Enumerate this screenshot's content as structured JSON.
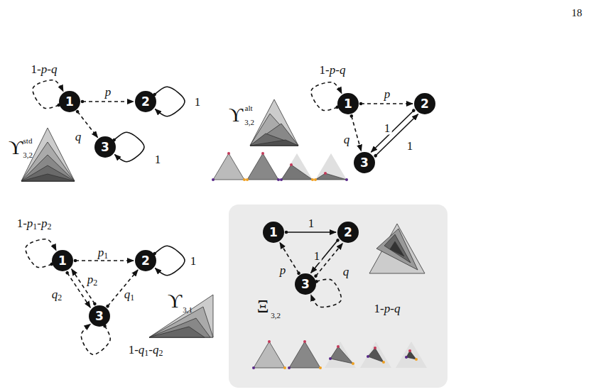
{
  "diagram": {
    "nodes": [
      {
        "text": [
          "1"
        ]
      },
      {
        "text": [
          "2"
        ]
      },
      {
        "text": [
          "3"
        ]
      },
      {
        "text": [
          "1"
        ]
      },
      {
        "text": [
          "2"
        ]
      },
      {
        "text": [
          "3"
        ]
      },
      {
        "text": [
          "1"
        ]
      },
      {
        "text": [
          "2"
        ]
      },
      {
        "text": [
          "3"
        ]
      },
      {
        "text": [
          "1"
        ]
      },
      {
        "text": [
          "2"
        ]
      },
      {
        "text": [
          "3"
        ]
      }
    ],
    "edges": [
      {
        "from": 0,
        "to": 0,
        "arrow": "to",
        "label": "1-p-q"
      },
      {
        "from": 0,
        "to": 1,
        "arrow": "to",
        "label": "p"
      },
      {
        "from": 0,
        "to": 2,
        "arrow": "to",
        "label": "q"
      },
      {
        "from": 1,
        "to": 1,
        "arrow": "to",
        "label": "1"
      },
      {
        "from": 2,
        "to": 2,
        "arrow": "to",
        "label": "1"
      },
      {
        "from": 3,
        "to": 3,
        "arrow": "to",
        "label": "1-p-q"
      },
      {
        "from": 3,
        "to": 4,
        "arrow": "to",
        "label": "p"
      },
      {
        "from": 3,
        "to": 5,
        "arrow": "to",
        "label": "q"
      },
      {
        "from": 4,
        "to": 5,
        "arrow": "to",
        "label": "1"
      },
      {
        "from": 5,
        "to": 4,
        "arrow": "to",
        "label": "1"
      },
      {
        "from": 6,
        "to": 6,
        "arrow": "to",
        "label": "1-p1-p2"
      },
      {
        "from": 6,
        "to": 7,
        "arrow": "to",
        "label": "p1"
      },
      {
        "from": 6,
        "to": 8,
        "arrow": "to",
        "label": "p2"
      },
      {
        "from": 8,
        "to": 6,
        "arrow": "to",
        "label": "q2"
      },
      {
        "from": 8,
        "to": 7,
        "arrow": "to",
        "label": "q1"
      },
      {
        "from": 8,
        "to": 8,
        "arrow": "to",
        "label": "1-q1-q2"
      },
      {
        "from": 7,
        "to": 7,
        "arrow": "to",
        "label": "1"
      },
      {
        "from": 9,
        "to": 10,
        "arrow": "to",
        "label": "1"
      },
      {
        "from": 10,
        "to": 11,
        "arrow": "to",
        "label": "1"
      },
      {
        "from": 11,
        "to": 10,
        "arrow": "to",
        "label": "q"
      },
      {
        "from": 11,
        "to": 9,
        "arrow": "to",
        "label": "p"
      },
      {
        "from": 11,
        "to": 11,
        "arrow": "to",
        "label": "1-p-q"
      }
    ],
    "labels": [
      "18",
      "ϒ",
      "std",
      "3,2",
      "ϒ",
      "alt",
      "3,2",
      "ϒ",
      "3,1",
      "Ξ",
      "3,2"
    ]
  }
}
